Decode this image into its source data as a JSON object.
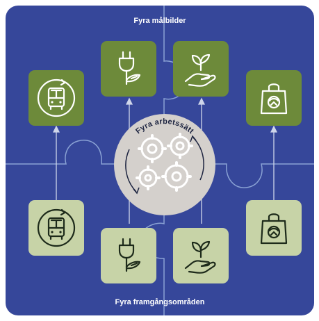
{
  "title_top": "Fyra målbilder",
  "title_bottom": "Fyra framgångsområden",
  "center_label": "Fyra arbetssätt",
  "colors": {
    "background": "#36479a",
    "line": "#8aa2d4",
    "tile_dark": "#6d8a3a",
    "tile_light": "#c7d3a7",
    "center_circle": "#d4d0cc",
    "icon_on_dark": "#ffffff",
    "icon_on_light": "#1d2a1a"
  },
  "top_tiles": [
    {
      "icon": "bus-icon",
      "variant": "dark"
    },
    {
      "icon": "plug-icon",
      "variant": "dark"
    },
    {
      "icon": "hand-plant-icon",
      "variant": "dark"
    },
    {
      "icon": "shopping-bag-icon",
      "variant": "dark"
    }
  ],
  "bottom_tiles": [
    {
      "icon": "bus-icon",
      "variant": "light"
    },
    {
      "icon": "plug-icon",
      "variant": "light"
    },
    {
      "icon": "hand-plant-icon",
      "variant": "light"
    },
    {
      "icon": "shopping-bag-icon",
      "variant": "light"
    }
  ]
}
